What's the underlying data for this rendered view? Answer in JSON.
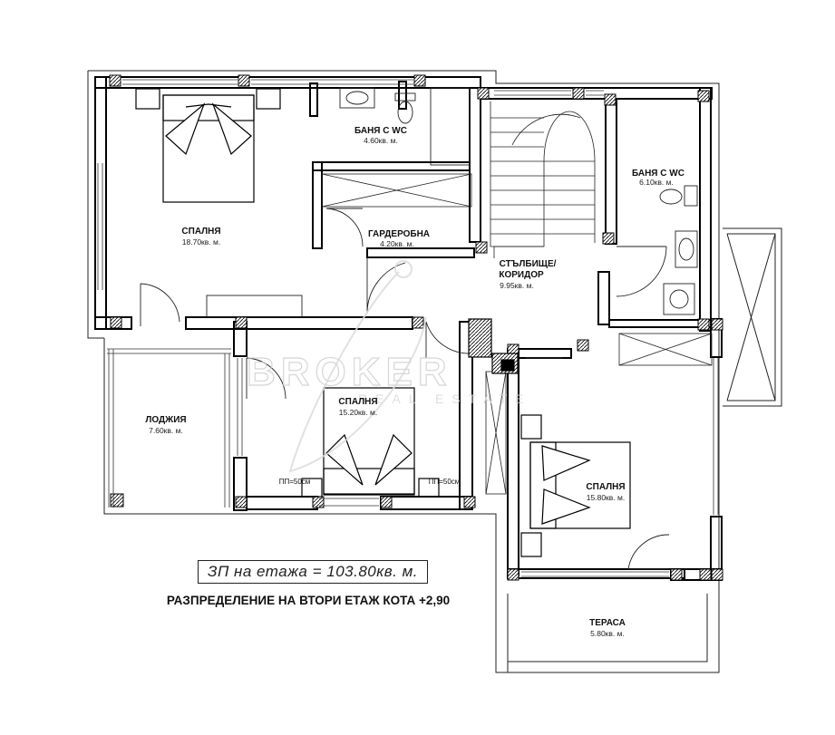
{
  "rooms": [
    {
      "id": "bedroom-1",
      "name": "СПАЛНЯ",
      "area": "18.70кв. м."
    },
    {
      "id": "bath-1",
      "name": "БАНЯ С WC",
      "area": "4.60кв. м."
    },
    {
      "id": "wardrobe",
      "name": "ГАРДЕРОБНА",
      "area": "4.20кв. м."
    },
    {
      "id": "stairs",
      "name_line1": "СТЪЛБИЩЕ/",
      "name_line2": "КОРИДОР",
      "area": "9.95кв. м."
    },
    {
      "id": "bath-2",
      "name": "БАНЯ С WC",
      "area": "6.10кв. м."
    },
    {
      "id": "loggia",
      "name": "ЛОДЖИЯ",
      "area": "7.60кв. м."
    },
    {
      "id": "bedroom-2",
      "name": "СПАЛНЯ",
      "area": "15.20кв. м."
    },
    {
      "id": "bedroom-3",
      "name": "СПАЛНЯ",
      "area": "15.80кв. м."
    },
    {
      "id": "terrace",
      "name": "ТЕРАСА",
      "area": "5.80кв. м."
    }
  ],
  "dimension_labels": [
    "ПП=50см",
    "ПП=50см"
  ],
  "watermark": {
    "brand": "BROKER",
    "sub": "REAL ESTATE"
  },
  "floor_area_note": "ЗП на етажа = 103.80кв. м.",
  "floor_caption": "РАЗПРЕДЕЛЕНИЕ НА ВТОРИ ЕТАЖ КОТА +2,90"
}
